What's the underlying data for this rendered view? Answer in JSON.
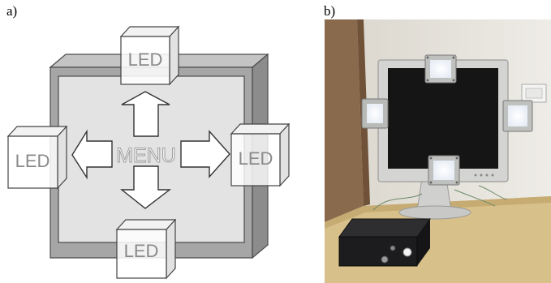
{
  "labels": {
    "panel_a": "a)",
    "panel_b": "b)"
  },
  "diagram": {
    "led_label": "LED",
    "menu_label": "MENU",
    "colors": {
      "frame_face": "#a6a6a6",
      "frame_side": "#8c8c8c",
      "frame_top": "#c4c4c4",
      "screen": "#e3e3e3",
      "outline": "#4a4a4a",
      "led_face": "#ffffff",
      "led_text": "#8a8a8a"
    }
  },
  "photo": {
    "colors": {
      "wall": "#e4e1d9",
      "cabinet": "#8a6a4c",
      "desk": "#d8c08a",
      "monitor_bezel": "#d4d4d2",
      "screen": "#151515",
      "led_module": "#bfc1be",
      "led_glow": "#fbfcff",
      "box": "#1c1c1e"
    }
  }
}
